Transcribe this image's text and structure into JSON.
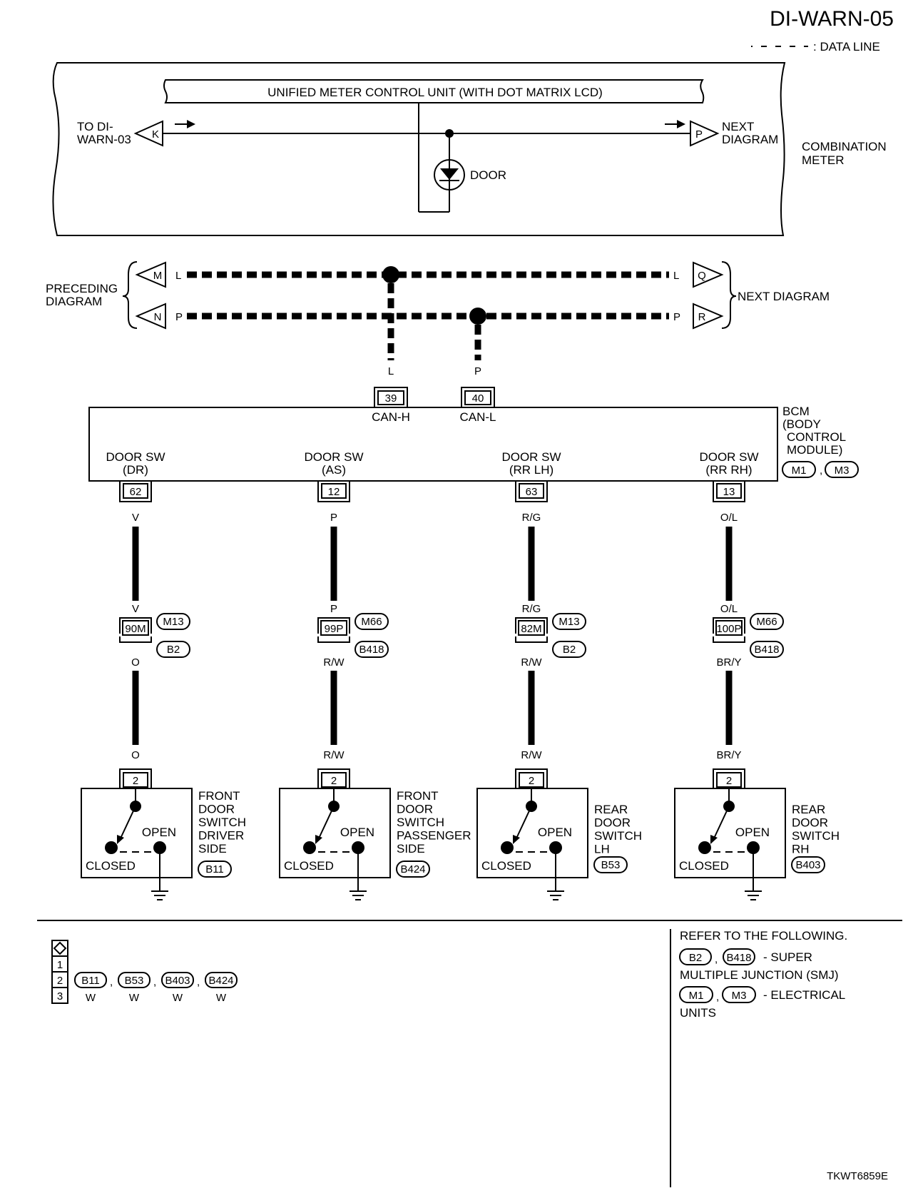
{
  "page_id": "DI-WARN-05",
  "legend": {
    "data_line_label": ": DATA LINE"
  },
  "combination_meter": {
    "title": "UNIFIED METER CONTROL UNIT (WITH DOT MATRIX LCD)",
    "left_ref_line1": "TO DI-",
    "left_ref_line2": "WARN-03",
    "left_connector": "K",
    "right_ref_line1": "NEXT",
    "right_ref_line2": "DIAGRAM",
    "right_connector": "P",
    "door_label": "DOOR",
    "unit_label_line1": "COMBINATION",
    "unit_label_line2": "METER"
  },
  "can_bus": {
    "preceding_line1": "PRECEDING",
    "preceding_line2": "DIAGRAM",
    "next_label": "NEXT DIAGRAM",
    "conn_M": "M",
    "conn_N": "N",
    "conn_Q": "Q",
    "conn_R": "R",
    "wire_L": "L",
    "wire_P": "P"
  },
  "bcm": {
    "name_line1": "BCM",
    "name_line2": "(BODY",
    "name_line3": "CONTROL",
    "name_line4": "MODULE)",
    "conn_a": "M1",
    "conn_b": "M3",
    "sep": ",",
    "can_h_pin": "39",
    "can_h_label": "CAN-H",
    "can_l_pin": "40",
    "can_l_label": "CAN-L"
  },
  "circuits": [
    {
      "sw_line1": "DOOR SW",
      "sw_line2": "(DR)",
      "bcm_pin": "62",
      "wire_top": "V",
      "wire_mid_top": "V",
      "junction_pin": "90M",
      "junction_conn_a": "M13",
      "junction_conn_b": "B2",
      "wire_mid_bottom": "O",
      "wire_bottom": "O",
      "switch_pin": "2",
      "label_lines": [
        "FRONT",
        "DOOR",
        "SWITCH",
        "DRIVER",
        "SIDE"
      ],
      "switch_conn": "B11",
      "open": "OPEN",
      "closed": "CLOSED"
    },
    {
      "sw_line1": "DOOR SW",
      "sw_line2": "(AS)",
      "bcm_pin": "12",
      "wire_top": "P",
      "wire_mid_top": "P",
      "junction_pin": "99P",
      "junction_conn_a": "M66",
      "junction_conn_b": "B418",
      "wire_mid_bottom": "R/W",
      "wire_bottom": "R/W",
      "switch_pin": "2",
      "label_lines": [
        "FRONT",
        "DOOR",
        "SWITCH",
        "PASSENGER",
        "SIDE"
      ],
      "switch_conn": "B424",
      "open": "OPEN",
      "closed": "CLOSED"
    },
    {
      "sw_line1": "DOOR SW",
      "sw_line2": "(RR LH)",
      "bcm_pin": "63",
      "wire_top": "R/G",
      "wire_mid_top": "R/G",
      "junction_pin": "82M",
      "junction_conn_a": "M13",
      "junction_conn_b": "B2",
      "wire_mid_bottom": "R/W",
      "wire_bottom": "R/W",
      "switch_pin": "2",
      "label_lines": [
        "REAR",
        "DOOR",
        "SWITCH",
        "LH"
      ],
      "switch_conn": "B53",
      "open": "OPEN",
      "closed": "CLOSED"
    },
    {
      "sw_line1": "DOOR SW",
      "sw_line2": "(RR RH)",
      "bcm_pin": "13",
      "wire_top": "O/L",
      "wire_mid_top": "O/L",
      "junction_pin": "100P",
      "junction_conn_a": "M66",
      "junction_conn_b": "B418",
      "wire_mid_bottom": "BR/Y",
      "wire_bottom": "BR/Y",
      "switch_pin": "2",
      "label_lines": [
        "REAR",
        "DOOR",
        "SWITCH",
        "RH"
      ],
      "switch_conn": "B403",
      "open": "OPEN",
      "closed": "CLOSED"
    }
  ],
  "connector_table": {
    "rows": [
      "1",
      "2",
      "3"
    ],
    "connectors": [
      "B11",
      "B53",
      "B403",
      "B424"
    ],
    "colors": [
      "W",
      "W",
      "W",
      "W"
    ],
    "sep": ","
  },
  "refer": {
    "heading": "REFER TO THE FOLLOWING.",
    "conn_1": "B2",
    "conn_2": "B418",
    "text_1a": "- SUPER",
    "text_1b": "MULTIPLE JUNCTION (SMJ)",
    "conn_3": "M1",
    "conn_4": "M3",
    "text_2a": "- ELECTRICAL",
    "text_2b": "UNITS",
    "sep": ","
  },
  "figure_code": "TKWT6859E"
}
